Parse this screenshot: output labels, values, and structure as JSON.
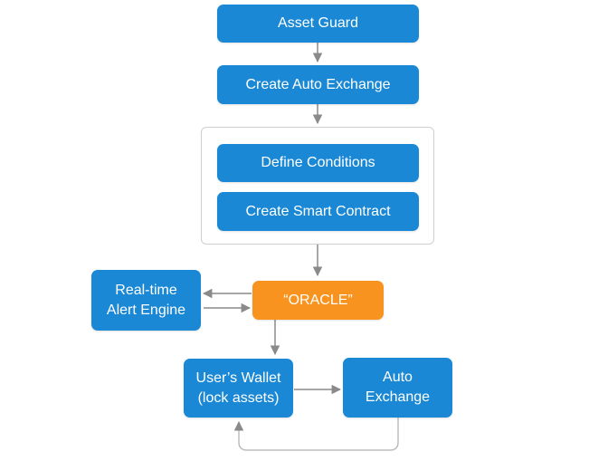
{
  "nodes": {
    "asset_guard": "Asset Guard",
    "create_auto_exchange": "Create Auto Exchange",
    "define_conditions": "Define Conditions",
    "create_smart_contract": "Create Smart Contract",
    "oracle": "“ORACLE”",
    "alert_engine": {
      "line1": "Real-time",
      "line2": "Alert Engine"
    },
    "users_wallet": {
      "line1": "User’s Wallet",
      "line2": "(lock assets)"
    },
    "auto_exchange": {
      "line1": "Auto",
      "line2": "Exchange"
    }
  },
  "colors": {
    "node_blue": "#1a88d4",
    "node_orange": "#f7931e",
    "connector": "#8a8a8a",
    "group_border": "#cfcfcf"
  }
}
